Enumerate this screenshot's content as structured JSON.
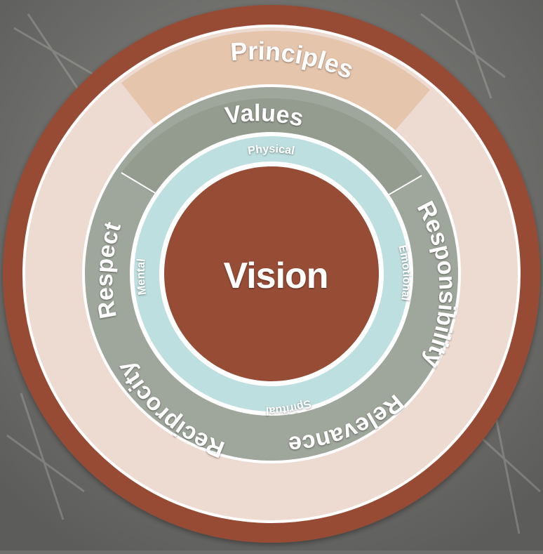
{
  "center": {
    "label": "Vision"
  },
  "principles": {
    "label": "Principles"
  },
  "values": {
    "top": "Values",
    "items": [
      "Respect",
      "Responsibility",
      "Relevance",
      "Reciprocity"
    ]
  },
  "aspects": [
    "Physical",
    "Emotional",
    "Spiritual",
    "Mental"
  ],
  "colors": {
    "outer_ring": "#974c36",
    "principles_band": "#e6c5ad",
    "outer_cream": "#eddad0",
    "values_ring": "#9fa69b",
    "aspects_ring": "#bedfdf",
    "vision_center": "#974c36",
    "background": "#6e6e6c"
  }
}
